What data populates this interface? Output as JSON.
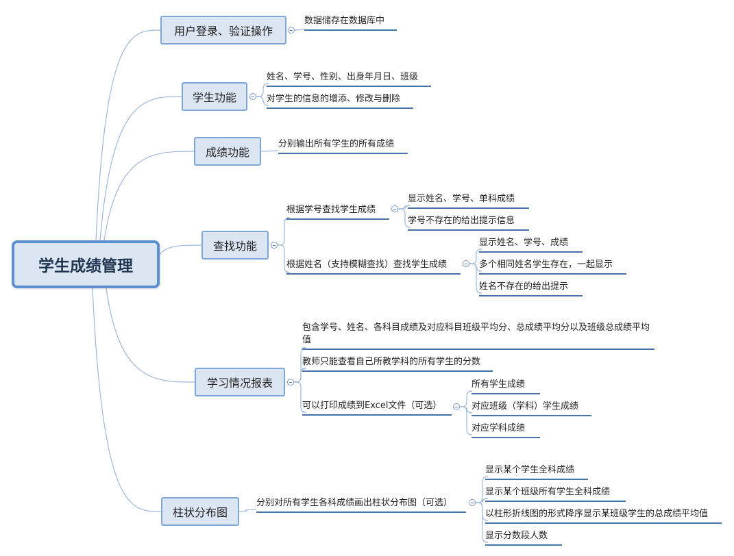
{
  "root": {
    "label": "学生成绩管理"
  },
  "branches": [
    {
      "label": "用户登录、验证操作",
      "children": [
        {
          "label": "数据储存在数据库中"
        }
      ]
    },
    {
      "label": "学生功能",
      "children": [
        {
          "label": "姓名、学号、性别、出身年月日、班级"
        },
        {
          "label": "对学生的信息的增添、修改与删除"
        }
      ]
    },
    {
      "label": "成绩功能",
      "children": [
        {
          "label": "分别输出所有学生的所有成绩"
        }
      ]
    },
    {
      "label": "查找功能",
      "children": [
        {
          "label": "根据学号查找学生成绩",
          "children": [
            {
              "label": "显示姓名、学号、单科成绩"
            },
            {
              "label": "学号不存在的给出提示信息"
            }
          ]
        },
        {
          "label": "根据姓名（支持模糊查找）查找学生成绩",
          "children": [
            {
              "label": "显示姓名、学号、成绩"
            },
            {
              "label": "多个相同姓名学生存在，一起显示"
            },
            {
              "label": "姓名不存在的给出提示"
            }
          ]
        }
      ]
    },
    {
      "label": "学习情况报表",
      "children": [
        {
          "label": "包含学号、姓名、各科目成绩及对应科目班级平均分、总成绩平均分以及班级总成绩平均值"
        },
        {
          "label": "教师只能查看自己所教学科的所有学生的分数"
        },
        {
          "label": "可以打印成绩到Excel文件（可选）",
          "children": [
            {
              "label": "所有学生成绩"
            },
            {
              "label": "对应班级（学科）学生成绩"
            },
            {
              "label": "对应学科成绩"
            }
          ]
        }
      ]
    },
    {
      "label": "柱状分布图",
      "children": [
        {
          "label": "分别对所有学生各科成绩画出柱状分布图（可选）",
          "children": [
            {
              "label": "显示某个学生全科成绩"
            },
            {
              "label": "显示某个班级所有学生全科成绩"
            },
            {
              "label": "以柱形折线图的形式降序显示某班级学生的总成绩平均值"
            },
            {
              "label": "显示分数段人数"
            }
          ]
        }
      ]
    }
  ],
  "colors": {
    "node_fill": "#dce6f2",
    "node_border": "#7ea6d6",
    "root_border": "#5b8fd0",
    "link": "#9db8dc",
    "underline": "#4a72a8"
  }
}
